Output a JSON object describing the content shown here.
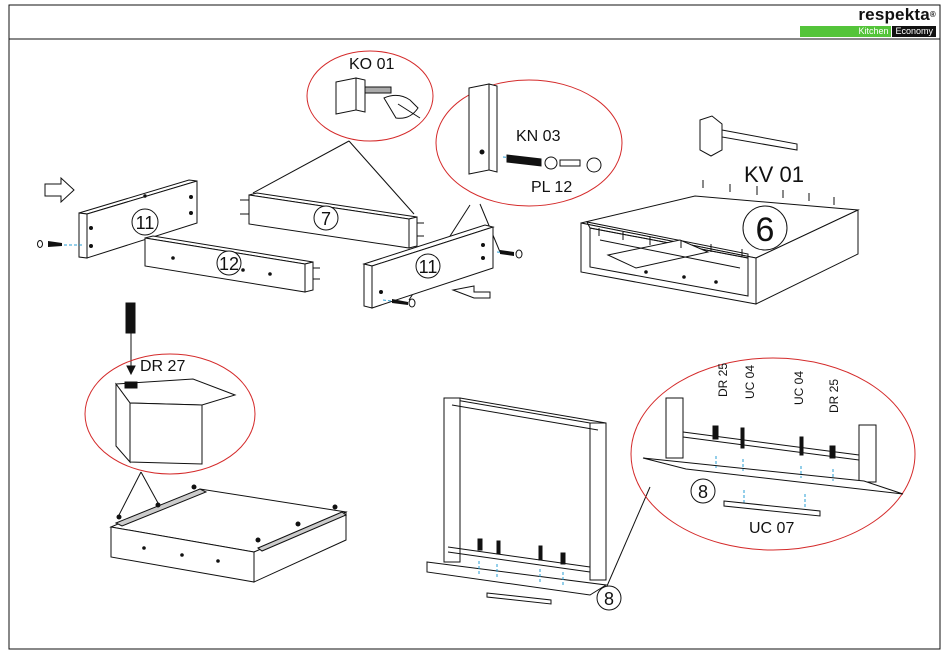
{
  "brand": {
    "name": "respekta",
    "registered": "®",
    "tag_green": "Kitchen",
    "tag_black": "Economy"
  },
  "parts": {
    "side_left": "11",
    "side_right": "11",
    "back_panel": "12",
    "front_panel": "7",
    "frame_box": "6",
    "bottom_zoom": "8",
    "bottom_main": "8"
  },
  "hardware": {
    "ko01": "KO 01",
    "kn03": "KN 03",
    "pl12": "PL 12",
    "kv01": "KV 01",
    "dr27": "DR 27",
    "dr25_left": "DR 25",
    "uc04_left": "UC 04",
    "uc04_right": "UC 04",
    "dr25_right": "DR 25",
    "uc07": "UC 07"
  },
  "colors": {
    "line": "#111111",
    "detail_circle": "#d42a2a",
    "guide_dash": "#2a9fd6",
    "brand_green": "#54c43a",
    "brand_black": "#111111"
  }
}
